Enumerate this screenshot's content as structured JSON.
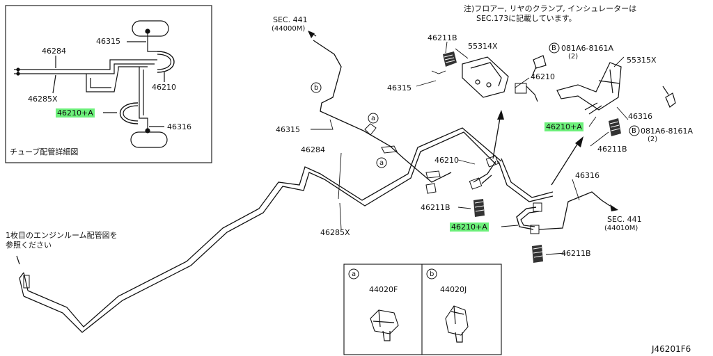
{
  "note": {
    "line1": "注)フロアー, リヤのクランプ, インシュレーターは",
    "line2": "SEC.173に記載しています。"
  },
  "inset": {
    "caption": "チューブ配管詳細図",
    "labels": {
      "p46315": "46315",
      "p46284": "46284",
      "p46285x": "46285X",
      "p46210": "46210",
      "p46210a": "46210+A",
      "p46316": "46316"
    }
  },
  "main": {
    "sec441_top": "SEC. 441",
    "sec441_top_sub": "(44000M)",
    "sec441_bottom": "SEC. 441",
    "sec441_bottom_sub": "(44010M)",
    "engine_ref1": "1枚目のエンジンルーム配管図を",
    "engine_ref2": "参照ください",
    "labels": {
      "p46211b_1": "46211B",
      "p55314x": "55314X",
      "bolt1": "081A6-8161A",
      "bolt1_qty": "(2)",
      "p46210_1": "46210",
      "p46315_1": "46315",
      "p55315x": "55315X",
      "p46316_1": "46316",
      "p46210a_1": "46210+A",
      "p46211b_2": "46211B",
      "bolt2": "081A6-8161A",
      "bolt2_qty": "(2)",
      "p46315_2": "46315",
      "p46284_2": "46284",
      "p46210_2": "46210",
      "p46211b_3": "46211B",
      "p46285x_2": "46285X",
      "p46210a_2": "46210+A",
      "p46316_2": "46316",
      "p46211b_4": "46211B"
    },
    "callouts": {
      "a": "a",
      "b": "b",
      "B": "B"
    }
  },
  "clips": {
    "a_letter": "a",
    "a_part": "44020F",
    "b_letter": "b",
    "b_part": "44020J"
  },
  "diagram_code": "J46201F6"
}
